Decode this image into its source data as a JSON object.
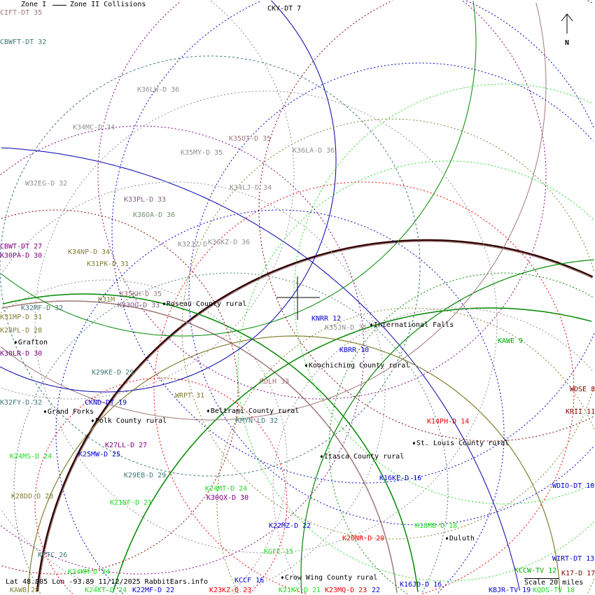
{
  "legend": {
    "zone1_station": "CIFT-DT 35",
    "zone1": "Zone I",
    "zone2": "Zone II Collisions"
  },
  "north_label": "N",
  "status": "Lat 48.805 Lon -93.89 11/12/2025 RabbitEars.info",
  "scale": "Scale 20 miles",
  "colors": {
    "green": "#00aa00",
    "lime": "#22dd22",
    "blue": "#0000cc",
    "red": "#ee0000",
    "darkred": "#880000",
    "purple": "#800080",
    "olive": "#808030",
    "teal": "#407878",
    "gray": "#909090",
    "rose": "#a07878"
  },
  "stations": [
    "CKY-DT 7",
    "CBWFT-DT 32",
    "K36LW-D 36",
    "K34MC-D 34",
    "K35OT-D 35",
    "K35MY-D 35",
    "K36LA-D 36",
    "W32EG-D 32",
    "K34LJ-D 34",
    "K33PL-D 33",
    "K36OA-D 36",
    "CBWT-DT 27",
    "K30PA-D 30",
    "K32JZ-D",
    "K36KZ-D 36",
    "K34NP-D 34",
    "K31PK-D 31",
    "K35KH-D 35",
    "K31M",
    "K33OG-D 33",
    "K32MF-D 32",
    "K31MP-D 31",
    "K28PL-D 28",
    "K30LR-D 30",
    "KNRR 12",
    "K35JN-D 35",
    "KBRR 10",
    "KAWE 9",
    "K29KE-D 29",
    "KDLH 33",
    "WDSE 8",
    "K32FY-D 32",
    "CKND-DT 19",
    "WRPT 31",
    "KRII 11",
    "KMYN-LD 32",
    "K14PH-D 14",
    "K27LL-D 27",
    "K25MW-D 25",
    "K24MS-D 24",
    "K29EB-D 29",
    "K16KE-D 16",
    "WDIO-DT 10",
    "K24MT-D 24",
    "K28DD-D 28",
    "K30QX-D 30",
    "K21NF-D 21",
    "K22MZ-D 22",
    "K18MB-D 18",
    "K20NR-D 20",
    "KGFE 15",
    "KFTC 26",
    "WIRT-DT 13",
    "KCCW-TV 12",
    "K24MM-D 24",
    "KCCF 16",
    "KAWB 28",
    "K24KT-D 24",
    "K22MF-D 22",
    "K23KZ-D 23",
    "K21KY-D 21",
    "K23MQ-D 23",
    "22",
    "K16JD-D 16",
    "KBJR-TV 19",
    "KQDS-TV 18",
    "K17-D 17"
  ],
  "places": [
    "Roseau County rural",
    "Grafton",
    "International Falls",
    "Koochiching County rural",
    "Grand Forks",
    "Beltrami County rural",
    "Polk County rural",
    "St. Louis County rural",
    "Itasca County rural",
    "Duluth",
    "Crow Wing County rural"
  ]
}
